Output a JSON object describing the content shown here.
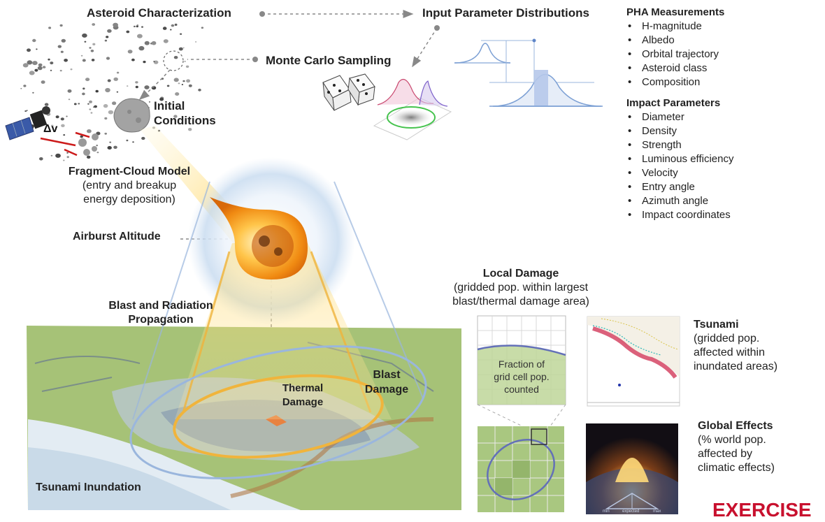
{
  "labels": {
    "asteroid_characterization": "Asteroid Characterization",
    "input_parameter_distributions": "Input Parameter Distributions",
    "monte_carlo_sampling": "Monte Carlo Sampling",
    "initial_conditions_1": "Initial",
    "initial_conditions_2": "Conditions",
    "delta_v": "Δv",
    "fragment_cloud_title": "Fragment-Cloud Model",
    "fragment_cloud_sub1": "(entry and breakup",
    "fragment_cloud_sub2": "energy deposition)",
    "airburst_altitude": "Airburst Altitude",
    "blast_radiation_1": "Blast and Radiation",
    "blast_radiation_2": "Propagation",
    "thermal_damage_1": "Thermal",
    "thermal_damage_2": "Damage",
    "blast_damage_1": "Blast",
    "blast_damage_2": "Damage",
    "tsunami_inundation": "Tsunami Inundation",
    "local_damage_title": "Local Damage",
    "local_damage_sub1": "(gridded pop. within largest",
    "local_damage_sub2": "blast/thermal damage area)",
    "fraction_1": "Fraction of",
    "fraction_2": "grid cell pop.",
    "fraction_3": "counted",
    "tsunami_title": "Tsunami",
    "tsunami_sub1": "(gridded pop.",
    "tsunami_sub2": "affected within",
    "tsunami_sub3": "inundated areas)",
    "global_title": "Global Effects",
    "global_sub1": "(% world pop.",
    "global_sub2": "affected by",
    "global_sub3": "climatic effects)",
    "global_axis_min": "min",
    "global_axis_expected": "expected",
    "global_axis_max": "max",
    "exercise": "EXERCISE"
  },
  "pha_measurements": {
    "title": "PHA Measurements",
    "items": [
      "H-magnitude",
      "Albedo",
      "Orbital trajectory",
      "Asteroid class",
      "Composition"
    ]
  },
  "impact_parameters": {
    "title": "Impact Parameters",
    "items": [
      "Diameter",
      "Density",
      "Strength",
      "Luminous efficiency",
      "Velocity",
      "Entry angle",
      "Azimuth angle",
      "Impact coordinates"
    ]
  },
  "colors": {
    "exercise_red": "#c8102e",
    "ground_green": "#9dbb6a",
    "fireball_orange": "#f29a1c",
    "glow_yellow": "#ffd866",
    "ring_blue": "#9ab6dd"
  }
}
